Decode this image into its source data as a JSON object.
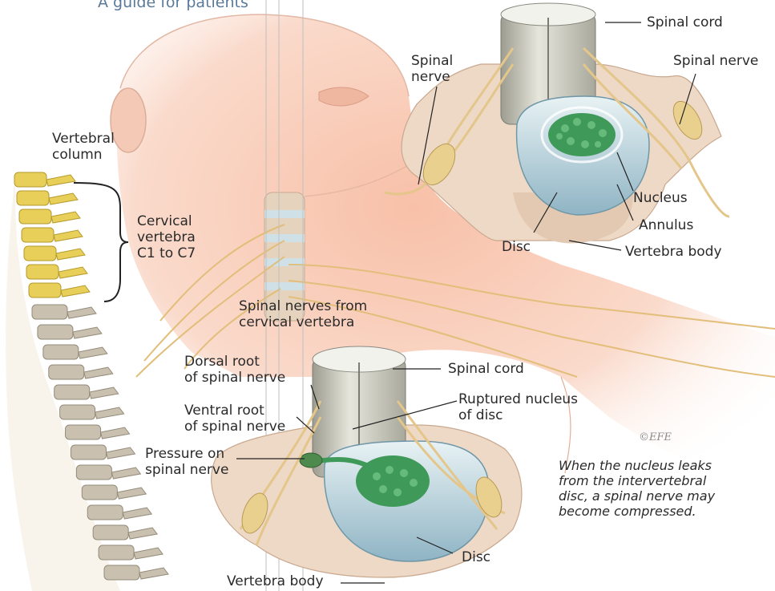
{
  "header": {
    "subtitle": "A guide for patients"
  },
  "labels": {
    "vertebral_column": [
      "Vertebral",
      "column"
    ],
    "cervical_vertebra": [
      "Cervical",
      "vertebra",
      "C1 to C7"
    ],
    "spinal_nerves_cervical": [
      "Spinal nerves from",
      "cervical vertebra"
    ],
    "top_spinal_cord": "Spinal cord",
    "top_spinal_nerve_left": [
      "Spinal",
      "nerve"
    ],
    "top_spinal_nerve_right": "Spinal nerve",
    "top_nucleus": "Nucleus",
    "top_annulus": "Annulus",
    "top_disc": "Disc",
    "top_vertebra_body": "Vertebra body",
    "bottom_dorsal_root": [
      "Dorsal root",
      "of spinal nerve"
    ],
    "bottom_ventral_root": [
      "Ventral root",
      "of spinal nerve"
    ],
    "bottom_pressure": [
      "Pressure on",
      "spinal nerve"
    ],
    "bottom_spinal_cord": "Spinal cord",
    "bottom_ruptured": [
      "Ruptured nucleus",
      "of disc"
    ],
    "bottom_disc": "Disc",
    "bottom_vertebra_body": "Vertebra body"
  },
  "caption": [
    "When the nucleus leaks",
    "from the intervertebral",
    "disc, a spinal nerve may",
    "become compressed."
  ],
  "signature": "©EFE",
  "colors": {
    "skin": "#f6c9b4",
    "nerve": "#e8c888",
    "cervical_bone": "#e8cf5a",
    "lower_bone": "#c9c0b0",
    "disc_outer": "#c9dfe4",
    "nucleus": "#3f9a5a",
    "vertebra_body": "#ecd8c4"
  }
}
